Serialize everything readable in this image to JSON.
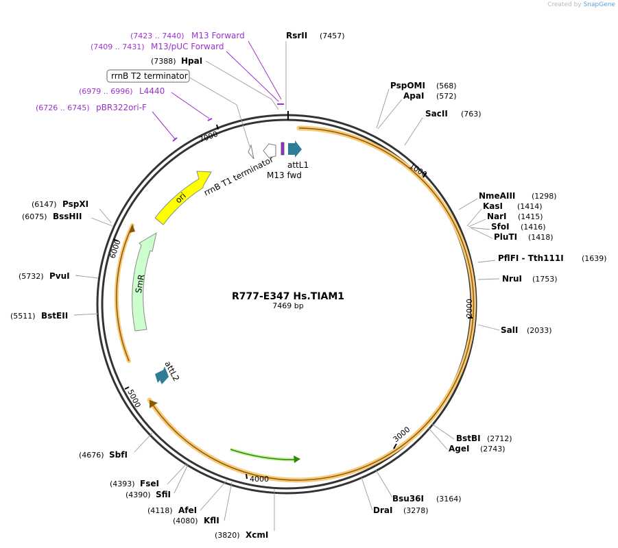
{
  "credit": {
    "prefix": "Created by",
    "brand": "SnapGene"
  },
  "plasmid": {
    "name": "R777-E347 Hs.TIAM1",
    "size_label": "7469 bp",
    "length": 7469
  },
  "ticks": [
    "1000",
    "2000",
    "3000",
    "4000",
    "5000",
    "6000",
    "7000"
  ],
  "sites_right": [
    {
      "name": "RsrII",
      "pos": "(7457)"
    },
    {
      "name": "PspOMI",
      "pos": "(568)"
    },
    {
      "name": "ApaI",
      "pos": "(572)"
    },
    {
      "name": "SacII",
      "pos": "(763)"
    },
    {
      "name": "NmeAIII",
      "pos": "(1298)"
    },
    {
      "name": "KasI",
      "pos": "(1414)"
    },
    {
      "name": "NarI",
      "pos": "(1415)"
    },
    {
      "name": "SfoI",
      "pos": "(1416)"
    },
    {
      "name": "PluTI",
      "pos": "(1418)"
    },
    {
      "name": "PflFI - Tth111I",
      "pos": "(1639)"
    },
    {
      "name": "NruI",
      "pos": "(1753)"
    },
    {
      "name": "SalI",
      "pos": "(2033)"
    },
    {
      "name": "BstBI",
      "pos": "(2712)"
    },
    {
      "name": "AgeI",
      "pos": "(2743)"
    },
    {
      "name": "Bsu36I",
      "pos": "(3164)"
    },
    {
      "name": "DraI",
      "pos": "(3278)"
    }
  ],
  "sites_left": [
    {
      "name": "HpaI",
      "pos": "(7388)"
    },
    {
      "name": "PspXI",
      "pos": "(6147)"
    },
    {
      "name": "BssHII",
      "pos": "(6075)"
    },
    {
      "name": "PvuI",
      "pos": "(5732)"
    },
    {
      "name": "BstEII",
      "pos": "(5511)"
    },
    {
      "name": "SbfI",
      "pos": "(4676)"
    },
    {
      "name": "FseI",
      "pos": "(4393)"
    },
    {
      "name": "SfiI",
      "pos": "(4390)"
    },
    {
      "name": "AfeI",
      "pos": "(4118)"
    },
    {
      "name": "KflI",
      "pos": "(4080)"
    },
    {
      "name": "XcmI",
      "pos": "(3820)"
    }
  ],
  "primers": [
    {
      "name": "M13 Forward",
      "pos": "(7423 .. 7440)"
    },
    {
      "name": "M13/pUC Forward",
      "pos": "(7409 .. 7431)"
    },
    {
      "name": "L4440",
      "pos": "(6979 .. 6996)"
    },
    {
      "name": "pBR322ori-F",
      "pos": "(6726 .. 6745)"
    }
  ],
  "features": {
    "rrnb_t2": "rrnB T2 terminator",
    "rrnb_t1": "rrnB T1 terminator",
    "attl1": "attL1",
    "m13fwd": "M13 fwd",
    "ori": "ori",
    "smr": "SmR",
    "attl2": "attL2"
  },
  "colors": {
    "primer": "#9b30d0",
    "ori": "#ffff00",
    "smr": "#ccffcc",
    "att": "#2e7d96",
    "orf_highlight": "#f7c97a",
    "orf_line": "#8b5a00",
    "inner_arrow": "#2e8b00"
  }
}
